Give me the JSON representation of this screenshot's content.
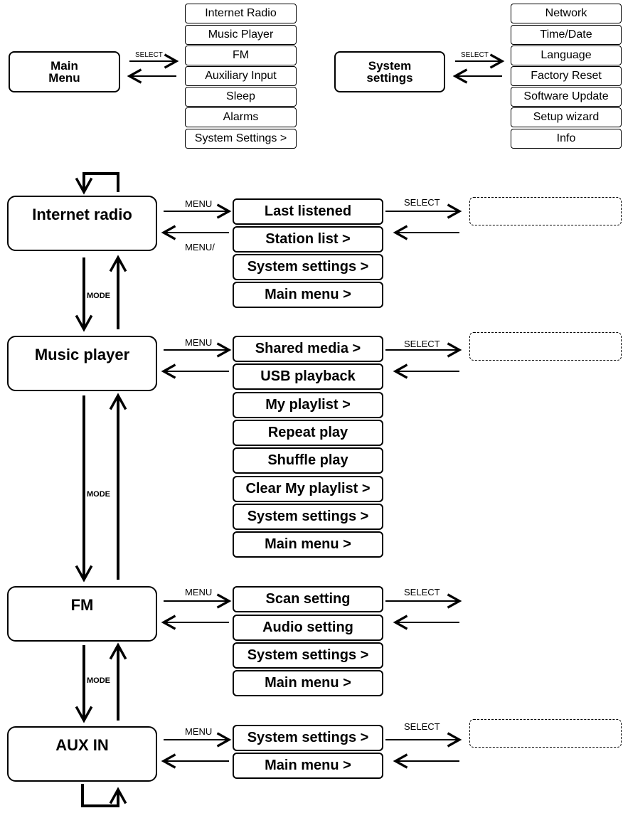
{
  "top_left": {
    "main_box": "Main\nMenu",
    "select_label": "SELECT",
    "items": [
      "Internet Radio",
      "Music Player",
      "FM",
      "Auxiliary Input",
      "Sleep",
      "Alarms",
      "System Settings >"
    ]
  },
  "top_right": {
    "main_box": "System\nsettings",
    "select_label": "SELECT",
    "items": [
      "Network",
      "Time/Date",
      "Language",
      "Factory Reset",
      "Software Update",
      "Setup wizard",
      "Info"
    ]
  },
  "modes": [
    {
      "name": "Internet radio",
      "menu_label": "MENU",
      "back_label": "MENU/",
      "select_label": "SELECT",
      "items": [
        "Last listened",
        "Station list >",
        "System settings >",
        "Main menu >"
      ]
    },
    {
      "name": "Music player",
      "menu_label": "MENU",
      "select_label": "SELECT",
      "items": [
        "Shared media >",
        "USB playback",
        "My playlist >",
        "Repeat play",
        "Shuffle play",
        "Clear My playlist >",
        "System settings >",
        "Main menu >"
      ]
    },
    {
      "name": "FM",
      "menu_label": "MENU",
      "select_label": "SELECT",
      "items": [
        "Scan setting",
        "Audio setting",
        "System settings >",
        "Main menu >"
      ]
    },
    {
      "name": "AUX IN",
      "menu_label": "MENU",
      "select_label": "SELECT",
      "items": [
        "System settings >",
        "Main menu >"
      ]
    }
  ],
  "mode_label": "MODE"
}
